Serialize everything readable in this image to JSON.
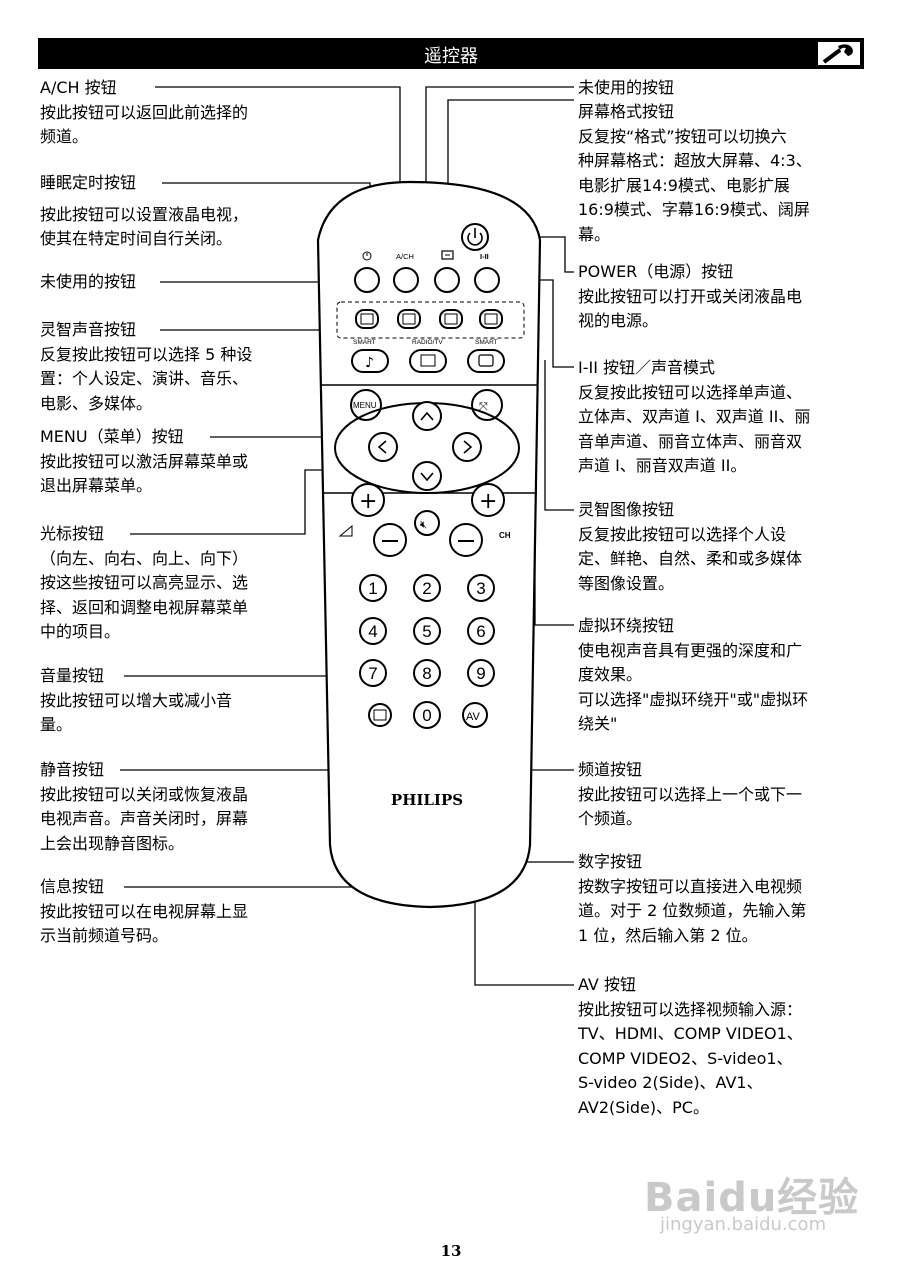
{
  "header": {
    "title": "遥控器"
  },
  "left_annotations": [
    {
      "heading": "A/CH 按钮",
      "desc": [
        "按此按钮可以返回此前选择的",
        "频道。"
      ]
    },
    {
      "heading": "睡眠定时按钮",
      "desc": [
        "按此按钮可以设置液晶电视，",
        "使其在特定时间自行关闭。"
      ]
    },
    {
      "heading": "未使用的按钮",
      "desc": []
    },
    {
      "heading": "灵智声音按钮",
      "desc": [
        "反复按此按钮可以选择 5 种设",
        "置：个人设定、演讲、音乐、",
        "电影、多媒体。"
      ]
    },
    {
      "heading": "MENU（菜单）按钮",
      "desc": [
        "按此按钮可以激活屏幕菜单或",
        "退出屏幕菜单。"
      ]
    },
    {
      "heading": "光标按钮",
      "desc": [
        "（向左、向右、向上、向下）",
        "按这些按钮可以高亮显示、选",
        "择、返回和调整电视屏幕菜单",
        "中的项目。"
      ]
    },
    {
      "heading": "音量按钮",
      "desc": [
        "按此按钮可以增大或减小音",
        "量。"
      ]
    },
    {
      "heading": "静音按钮",
      "desc": [
        "按此按钮可以关闭或恢复液晶",
        "电视声音。声音关闭时，屏幕",
        "上会出现静音图标。"
      ]
    },
    {
      "heading": "信息按钮",
      "desc": [
        "按此按钮可以在电视屏幕上显",
        "示当前频道号码。"
      ]
    }
  ],
  "right_annotations": [
    {
      "heading": "未使用的按钮",
      "desc": []
    },
    {
      "heading": "屏幕格式按钮",
      "desc": [
        "反复按“格式”按钮可以切换六",
        "种屏幕格式：超放大屏幕、4:3、",
        "电影扩展14:9模式、电影扩展",
        "16:9模式、字幕16:9模式、阔屏",
        "幕。"
      ]
    },
    {
      "heading": "POWER（电源）按钮",
      "desc": [
        "按此按钮可以打开或关闭液晶电",
        "视的电源。"
      ]
    },
    {
      "heading": "I-II 按钮／声音模式",
      "desc": [
        "反复按此按钮可以选择单声道、",
        "立体声、双声道 I、双声道 II、丽",
        "音单声道、丽音立体声、丽音双",
        "声道 I、丽音双声道 II。"
      ]
    },
    {
      "heading": "灵智图像按钮",
      "desc": [
        "反复按此按钮可以选择个人设",
        "定、鲜艳、自然、柔和或多媒体",
        "等图像设置。"
      ]
    },
    {
      "heading": "虚拟环绕按钮",
      "desc": [
        "使电视声音具有更强的深度和广",
        "度效果。",
        "可以选择\"虚拟环绕开\"或\"虚拟环",
        "绕关\""
      ]
    },
    {
      "heading": "频道按钮",
      "desc": [
        "按此按钮可以选择上一个或下一",
        "个频道。"
      ]
    },
    {
      "heading": "数字按钮",
      "desc": [
        "按数字按钮可以直接进入电视频",
        "道。对于 2 位数频道，先输入第",
        "1 位，然后输入第 2 位。"
      ]
    },
    {
      "heading": "AV 按钮",
      "desc": [
        "按此按钮可以选择视频输入源：",
        "TV、HDMI、COMP VIDEO1、",
        "COMP VIDEO2、S-video1、",
        "S-video 2(Side)、AV1、",
        "AV2(Side)、PC。"
      ]
    }
  ],
  "remote": {
    "brand": "PHILIPS",
    "labels": {
      "ach": "A/CH",
      "i_ii": "I-II",
      "smart_sound": "SMART",
      "radio_tv": "RADIO/TV",
      "smart_picture": "SMART",
      "menu": "MENU",
      "ch": "CH",
      "av": "AV"
    },
    "digits": [
      "1",
      "2",
      "3",
      "4",
      "5",
      "6",
      "7",
      "8",
      "9",
      "0"
    ]
  },
  "footer": {
    "page_number": "13"
  },
  "watermark": {
    "logo": "Baidu经验",
    "url": "jingyan.baidu.com"
  }
}
